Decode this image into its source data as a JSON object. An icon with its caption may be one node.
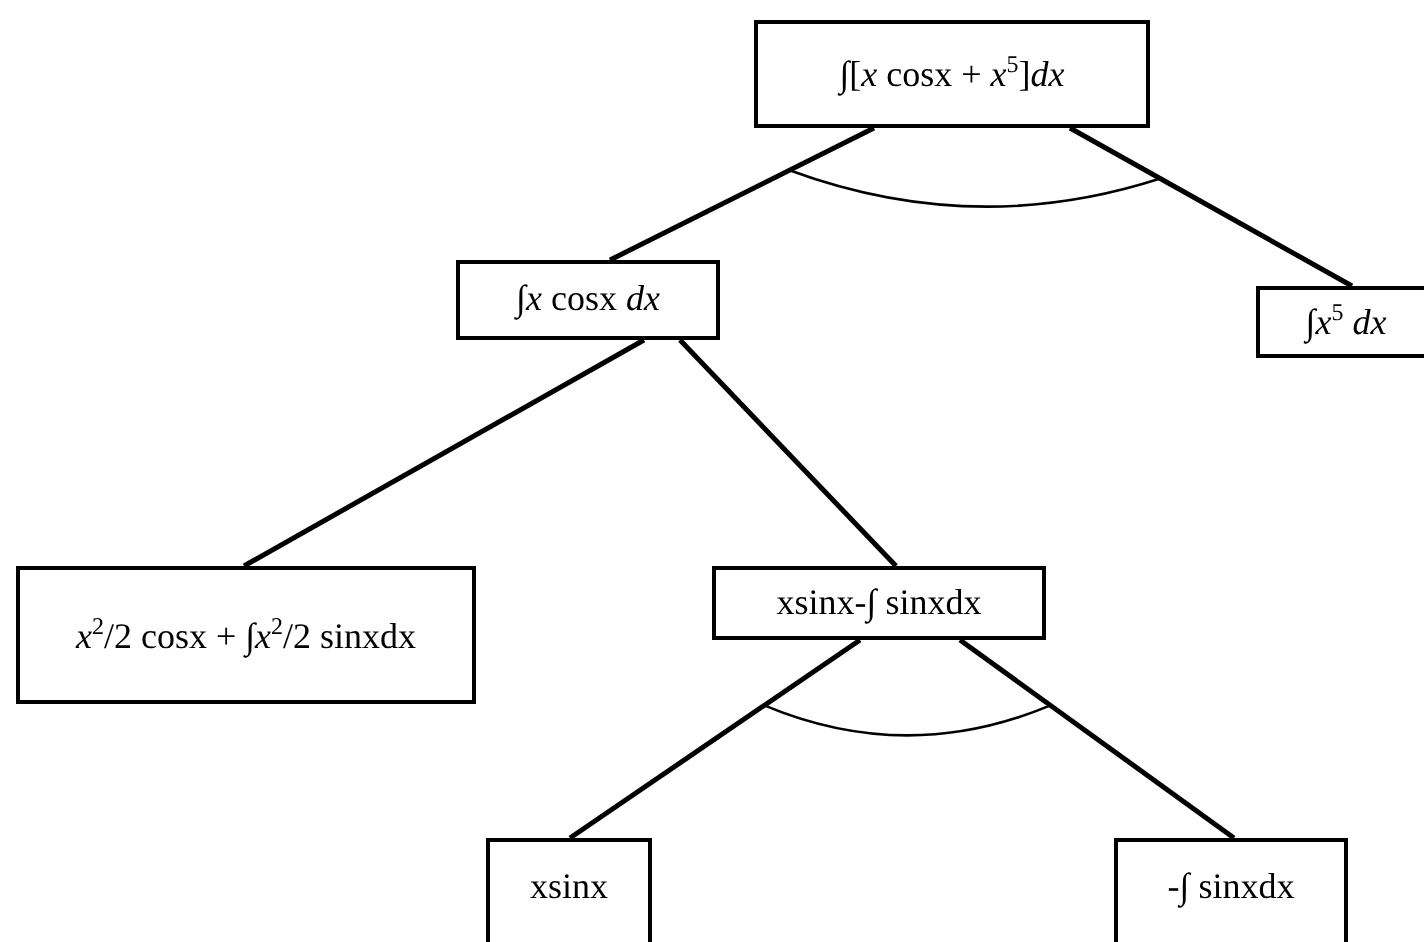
{
  "diagram": {
    "nodes": [
      {
        "text": [
          "∫[*x* cosx + *x*$^{5}$]*dx*"
        ]
      },
      {
        "text": [
          "∫*x* cosx *dx*"
        ]
      },
      {
        "text": [
          "∫*x*$^{5}$ *dx*"
        ]
      },
      {
        "text": [
          "*x*$^{2}$/2 cosx + ∫*x*$^{2}$/2 sinxdx"
        ]
      },
      {
        "text": [
          "xsinx-∫ sinxdx"
        ]
      },
      {
        "text": [
          "xsinx"
        ]
      },
      {
        "text": [
          "-∫ sinxdx"
        ]
      }
    ],
    "edges": [
      {
        "from": 0,
        "to": 1,
        "arrow": "none"
      },
      {
        "from": 0,
        "to": 2,
        "arrow": "none"
      },
      {
        "from": 1,
        "to": 3,
        "arrow": "none"
      },
      {
        "from": 1,
        "to": 4,
        "arrow": "none"
      },
      {
        "from": 4,
        "to": 5,
        "arrow": "none"
      },
      {
        "from": 4,
        "to": 6,
        "arrow": "none"
      }
    ]
  }
}
